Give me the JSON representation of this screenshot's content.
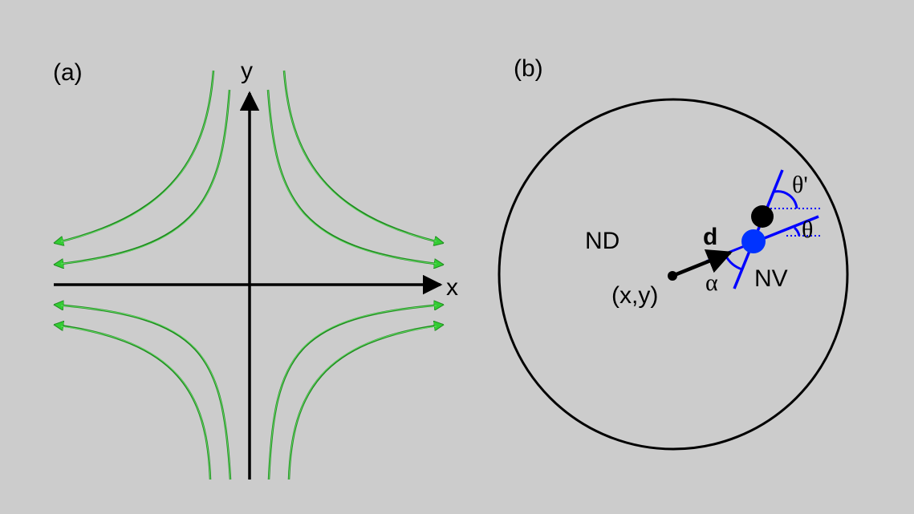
{
  "panel_a": {
    "label": "(a)",
    "x_axis_label": "x",
    "y_axis_label": "y"
  },
  "panel_b": {
    "label": "(b)",
    "nd_label": "ND",
    "nv_label": "NV",
    "d_label": "d",
    "position_label": "(x,y)",
    "alpha_label": "α",
    "theta_label": "θ",
    "theta_prime_label": "θ'"
  },
  "colors": {
    "background": "#cccccc",
    "axis": "#000000",
    "field_line": "#1f8a1f",
    "field_arrow": "#33cc33",
    "nv_axis": "#0000ff",
    "nv_center": "#0033ff"
  }
}
